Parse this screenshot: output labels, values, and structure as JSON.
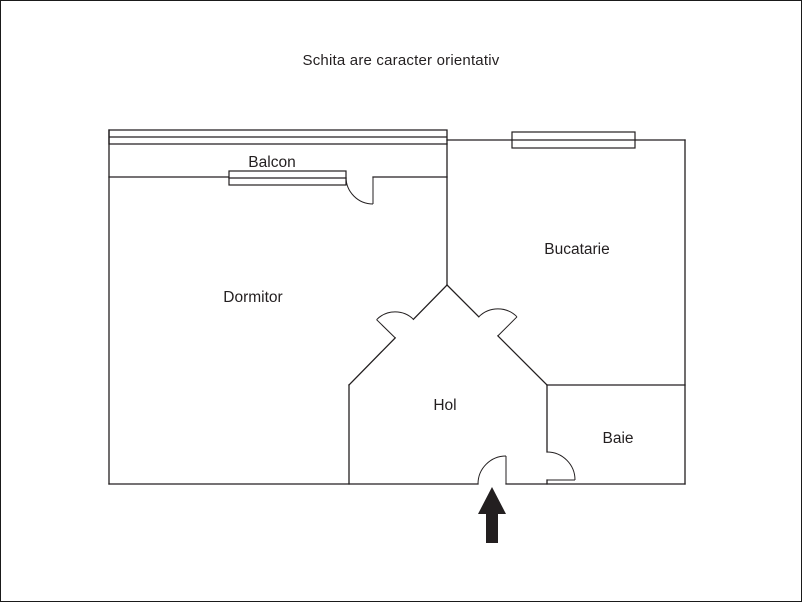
{
  "title": "Schita are caracter orientativ",
  "rooms": {
    "balcon": "Balcon",
    "dormitor": "Dormitor",
    "bucatarie": "Bucatarie",
    "hol": "Hol",
    "baie": "Baie"
  },
  "icons": {
    "entrance_arrow": "arrow-up"
  },
  "colors": {
    "line": "#231f20",
    "background": "#ffffff"
  }
}
